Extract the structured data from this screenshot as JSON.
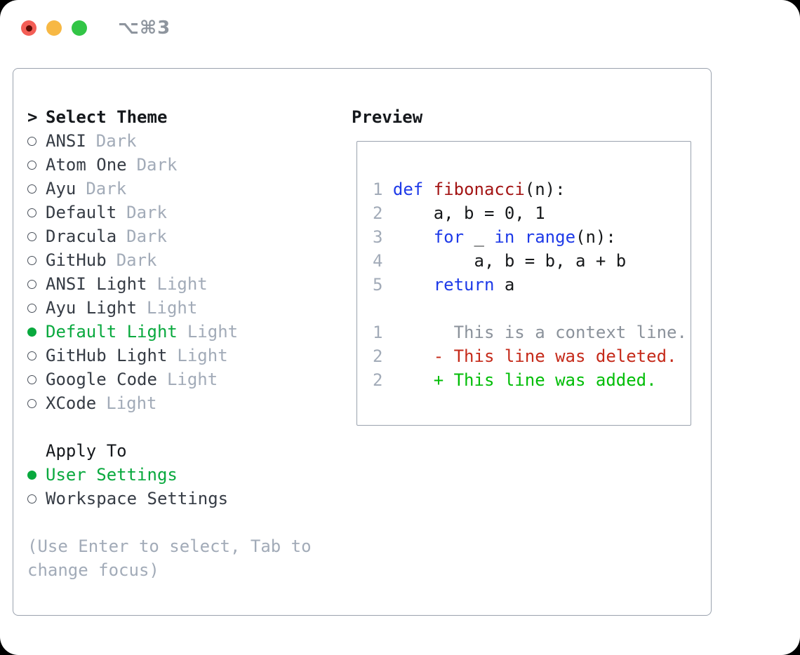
{
  "window": {
    "title": "⌥⌘3",
    "controls": [
      "close-light",
      "minimize-light",
      "zoom-light"
    ]
  },
  "colors": {
    "text-dark": "#15181c",
    "item-dark": "#363c45",
    "muted": "#a2abb8",
    "ctx": "#8b929b",
    "accent-green": "#09a93e",
    "added-green": "#00bd06",
    "deleted-red": "#c52a1a",
    "kw-blue": "#1e3ae8",
    "fn-red": "#a31414",
    "code-dark": "#16181a",
    "border-gray": "#9aa2ae",
    "title-gray": "#8e959e",
    "tl-red": "#f35e56",
    "tl-red-dot": "#5c0b04",
    "tl-yellow": "#f7b844",
    "tl-green": "#32c546"
  },
  "theme_picker": {
    "prompt": ">",
    "header": "Select Theme",
    "items": [
      {
        "name": "ANSI",
        "variant": "Dark",
        "selected": false
      },
      {
        "name": "Atom One",
        "variant": "Dark",
        "selected": false
      },
      {
        "name": "Ayu",
        "variant": "Dark",
        "selected": false
      },
      {
        "name": "Default",
        "variant": "Dark",
        "selected": false
      },
      {
        "name": "Dracula",
        "variant": "Dark",
        "selected": false
      },
      {
        "name": "GitHub",
        "variant": "Dark",
        "selected": false
      },
      {
        "name": "ANSI Light",
        "variant": "Light",
        "selected": false
      },
      {
        "name": "Ayu Light",
        "variant": "Light",
        "selected": false
      },
      {
        "name": "Default Light",
        "variant": "Light",
        "selected": true
      },
      {
        "name": "GitHub Light",
        "variant": "Light",
        "selected": false
      },
      {
        "name": "Google Code",
        "variant": "Light",
        "selected": false
      },
      {
        "name": "XCode",
        "variant": "Light",
        "selected": false
      }
    ]
  },
  "apply_to": {
    "header": "Apply To",
    "options": [
      {
        "label": "User Settings",
        "selected": true
      },
      {
        "label": "Workspace Settings",
        "selected": false
      }
    ]
  },
  "help_lines": [
    "(Use Enter to select, Tab to",
    "change focus)"
  ],
  "preview": {
    "title": "Preview",
    "lines": [
      {
        "num": "1",
        "tokens": [
          {
            "c": "plain",
            "t": " "
          },
          {
            "c": "kw",
            "t": "def"
          },
          {
            "c": "plain",
            "t": " "
          },
          {
            "c": "fn",
            "t": "fibonacci"
          },
          {
            "c": "plain",
            "t": "(n):"
          }
        ]
      },
      {
        "num": "2",
        "tokens": [
          {
            "c": "plain",
            "t": "     a, b = 0, 1"
          }
        ]
      },
      {
        "num": "3",
        "tokens": [
          {
            "c": "plain",
            "t": "     "
          },
          {
            "c": "kw",
            "t": "for"
          },
          {
            "c": "plain",
            "t": " _ "
          },
          {
            "c": "kw",
            "t": "in"
          },
          {
            "c": "plain",
            "t": " "
          },
          {
            "c": "kw",
            "t": "range"
          },
          {
            "c": "plain",
            "t": "(n):"
          }
        ]
      },
      {
        "num": "4",
        "tokens": [
          {
            "c": "plain",
            "t": "         a, b = b, a + b"
          }
        ]
      },
      {
        "num": "5",
        "tokens": [
          {
            "c": "plain",
            "t": "     "
          },
          {
            "c": "kw",
            "t": "return"
          },
          {
            "c": "plain",
            "t": " a"
          }
        ]
      },
      {
        "num": "",
        "tokens": []
      },
      {
        "num": "1",
        "tokens": [
          {
            "c": "ctx",
            "t": "       This is a context line."
          }
        ]
      },
      {
        "num": "2",
        "tokens": [
          {
            "c": "del",
            "t": "     - This line was deleted."
          }
        ]
      },
      {
        "num": "2",
        "tokens": [
          {
            "c": "add",
            "t": "     + This line was added."
          }
        ]
      }
    ]
  }
}
